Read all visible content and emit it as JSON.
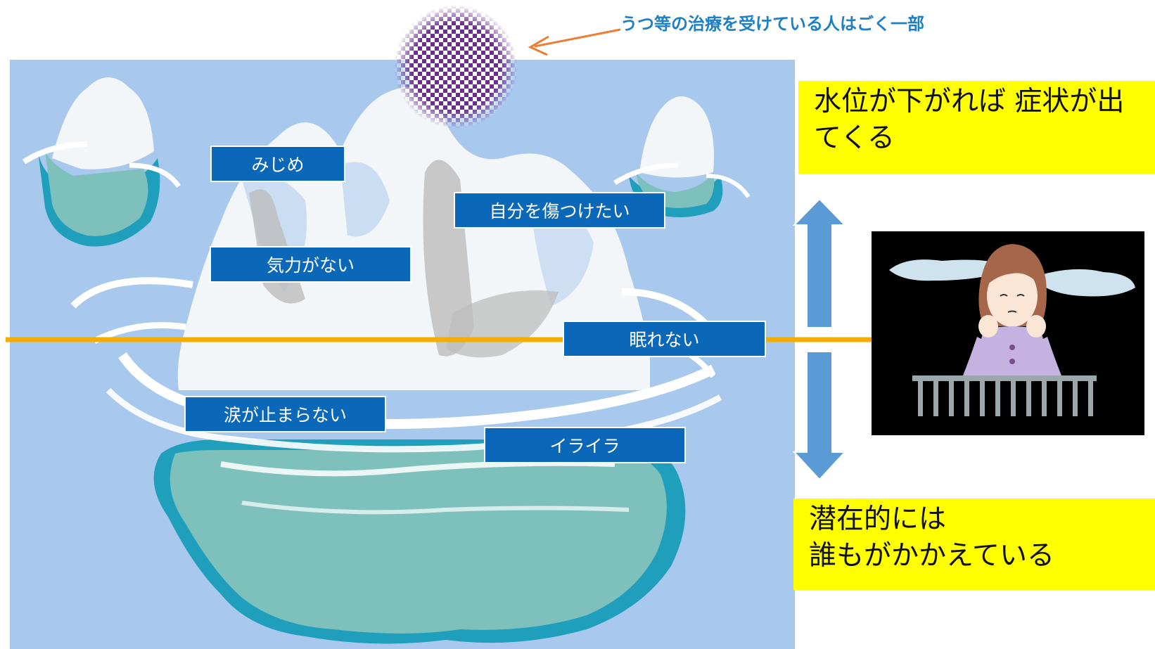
{
  "top_note": {
    "text": "うつ等の治療を受けている人はごく一部"
  },
  "symptoms": [
    {
      "text": "みじめ"
    },
    {
      "text": "自分を傷つけたい"
    },
    {
      "text": "気力がない"
    },
    {
      "text": "眠れない"
    },
    {
      "text": "涙が止まらない"
    },
    {
      "text": "イライラ"
    }
  ],
  "callouts": {
    "upper": {
      "line1": "水位が下がれば 症状が出",
      "line2": "てくる"
    },
    "lower": {
      "line1": "潜在的には",
      "line2": "誰もがかかえている"
    }
  },
  "colors": {
    "sea": "#a9c8ee",
    "label_bg": "#0b68b8",
    "waterline": "#f5ad00",
    "callout_bg": "#ffff00",
    "arrow": "#5b9bd5",
    "note_text": "#1f7fc4",
    "note_arrow": "#ed7d31",
    "dot_purple": "#6a2c8e"
  }
}
